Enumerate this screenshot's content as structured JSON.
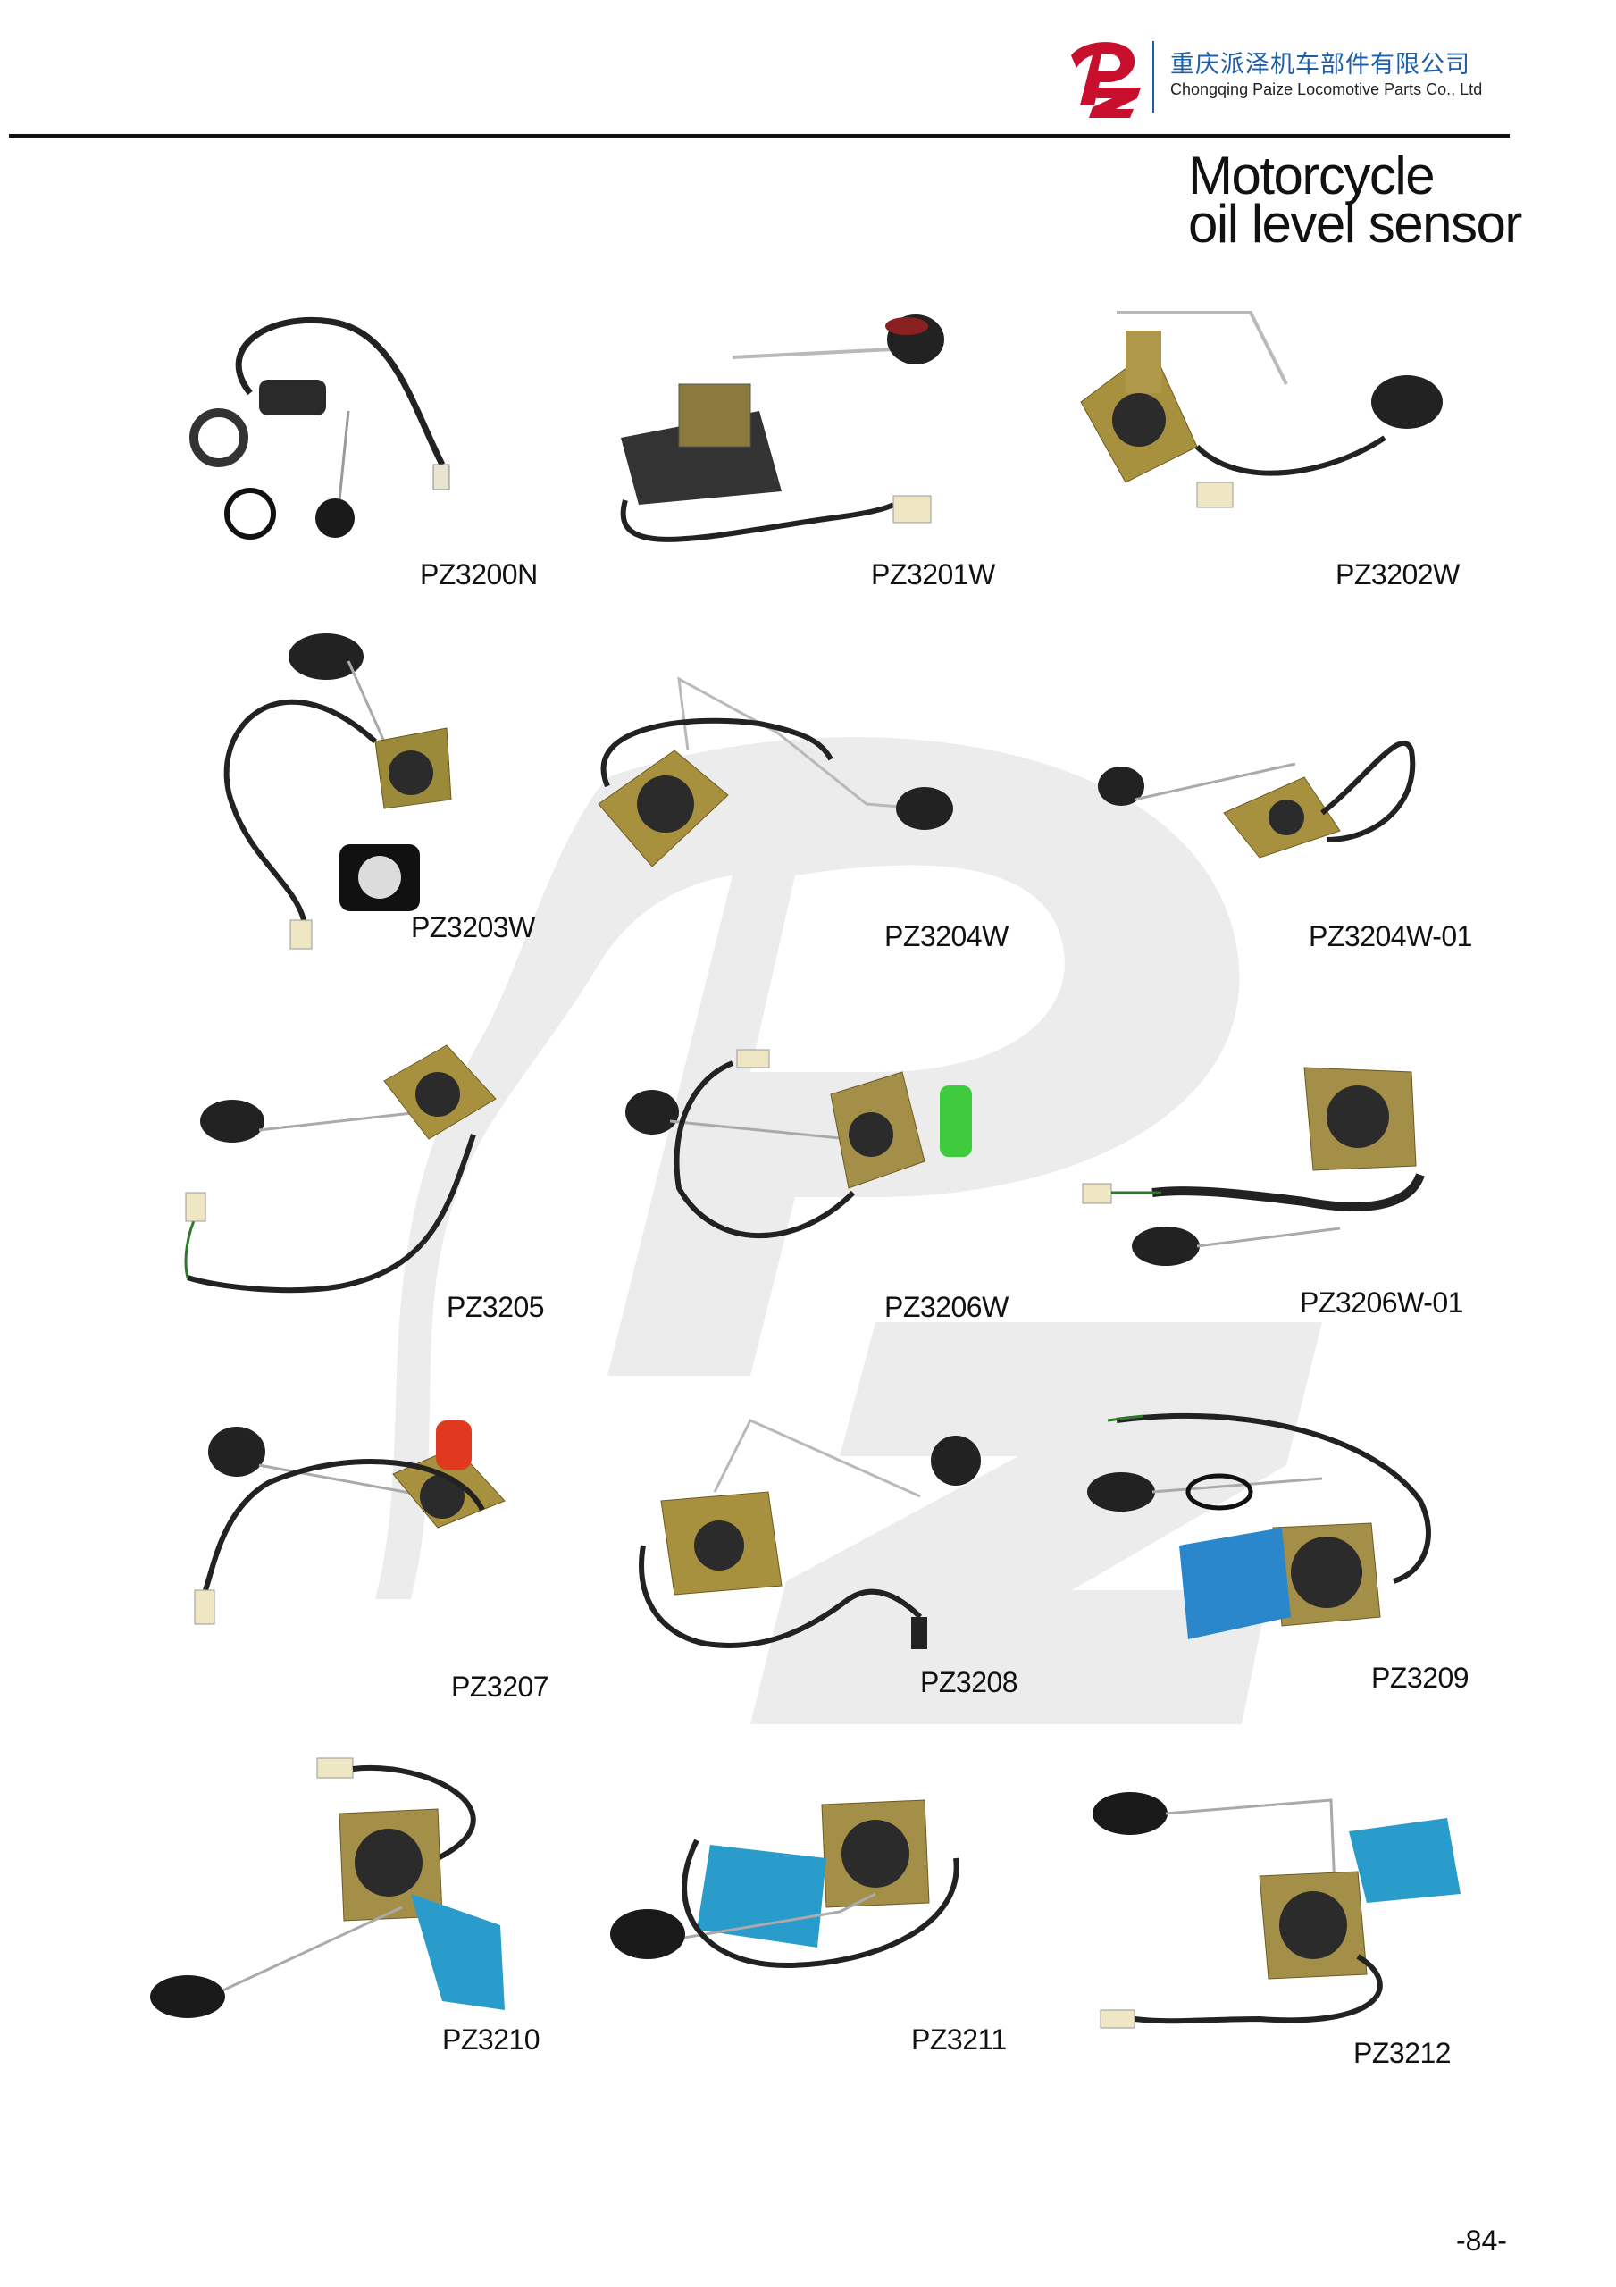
{
  "header": {
    "company_cn": "重庆派泽机车部件有限公司",
    "company_en": "Chongqing Paize Locomotive Parts Co., Ltd",
    "logo_text": "Pz"
  },
  "title": {
    "line1": "Motorcycle",
    "line2": "oil level sensor"
  },
  "products": [
    {
      "code": "PZ3200N"
    },
    {
      "code": "PZ3201W"
    },
    {
      "code": "PZ3202W"
    },
    {
      "code": "PZ3203W"
    },
    {
      "code": "PZ3204W"
    },
    {
      "code": "PZ3204W-01"
    },
    {
      "code": "PZ3205"
    },
    {
      "code": "PZ3206W"
    },
    {
      "code": "PZ3206W-01"
    },
    {
      "code": "PZ3207"
    },
    {
      "code": "PZ3208"
    },
    {
      "code": "PZ3209"
    },
    {
      "code": "PZ3210"
    },
    {
      "code": "PZ3211"
    },
    {
      "code": "PZ3212"
    }
  ],
  "footer": {
    "page_number": "-84-"
  },
  "colors": {
    "brand_red": "#c8102e",
    "brand_blue": "#1d5fa8",
    "watermark": "#ececec"
  }
}
